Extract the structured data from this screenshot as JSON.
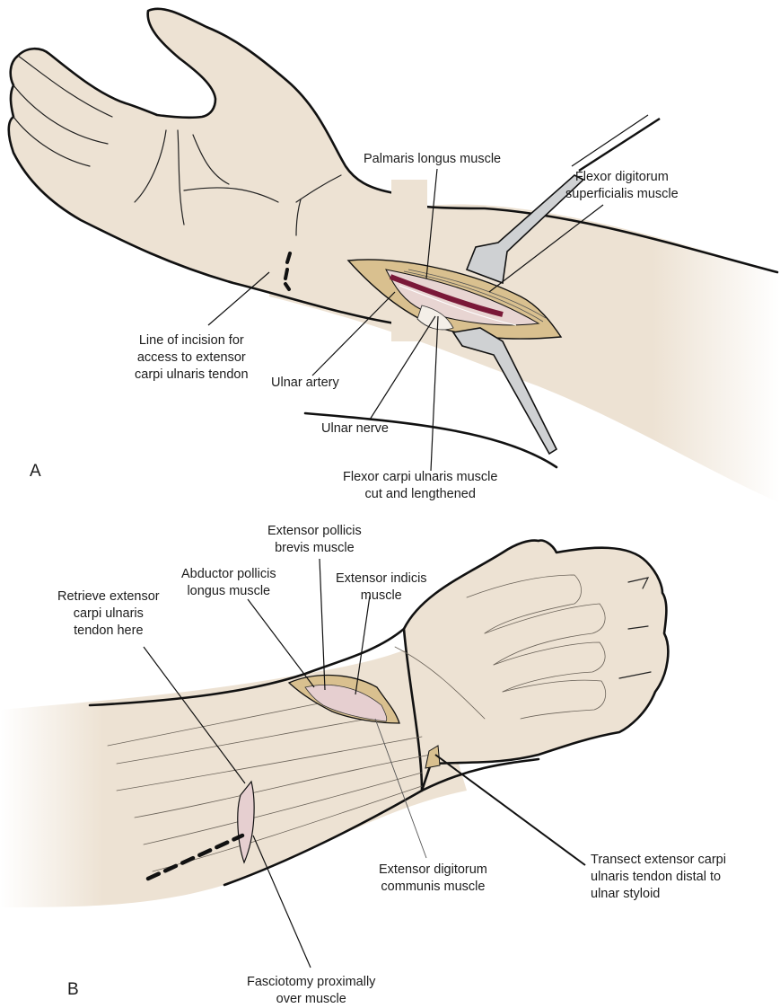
{
  "figure": {
    "panels": [
      {
        "id": "A",
        "label": "A",
        "annotations": [
          {
            "key": "palmaris_longus",
            "text": "Palmaris longus muscle"
          },
          {
            "key": "fds",
            "text": "Flexor digitorum\nsuperficialis muscle"
          },
          {
            "key": "incision_line",
            "text": "Line of incision for\naccess to extensor\ncarpi ulnaris tendon"
          },
          {
            "key": "ulnar_artery",
            "text": "Ulnar artery"
          },
          {
            "key": "ulnar_nerve",
            "text": "Ulnar nerve"
          },
          {
            "key": "fcu",
            "text": "Flexor carpi ulnaris muscle\ncut and lengthened"
          }
        ]
      },
      {
        "id": "B",
        "label": "B",
        "annotations": [
          {
            "key": "epb",
            "text": "Extensor pollicis\nbrevis muscle"
          },
          {
            "key": "apl",
            "text": "Abductor pollicis\nlongus muscle"
          },
          {
            "key": "ei",
            "text": "Extensor indicis\nmuscle"
          },
          {
            "key": "retrieve_ecu",
            "text": "Retrieve extensor\ncarpi ulnaris\ntendon here"
          },
          {
            "key": "edc",
            "text": "Extensor digitorum\ncommunis muscle"
          },
          {
            "key": "transect_ecu",
            "text": "Transect extensor carpi\nulnaris tendon distal to\nulnar styloid"
          },
          {
            "key": "fasciotomy",
            "text": "Fasciotomy proximally\nover muscle"
          }
        ]
      }
    ]
  },
  "colors": {
    "skin": "#ede2d3",
    "wound_edge": "#d9c08f",
    "muscle_pink": "#e6cfd0",
    "artery": "#7a1838",
    "nerve": "#f2ede6",
    "retractor": "#cfd1d3",
    "outline": "#111111"
  }
}
